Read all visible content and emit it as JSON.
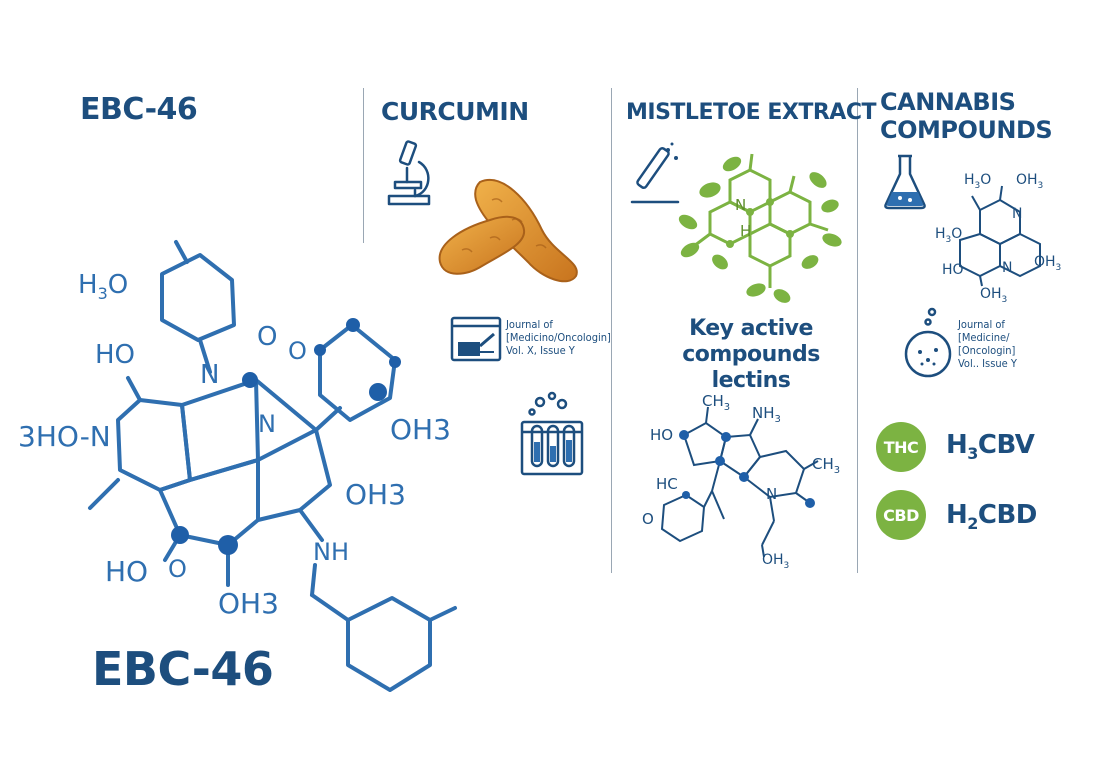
{
  "panels": {
    "ebc46": {
      "title": "EBC-46",
      "bottom_title": "EBC-46",
      "structure_labels": [
        "H3O",
        "HO",
        "O",
        "3HO-N",
        "N",
        "N",
        "O",
        "OH3",
        "OH3",
        "NH",
        "HO",
        "O",
        "OH3"
      ]
    },
    "curcumin": {
      "title": "CURCUMIN",
      "journal": [
        "Journal of",
        "[Medicino/Oncologin]",
        "Vol. X, Issue Y"
      ],
      "icons": [
        "microscope-icon",
        "turmeric-root-icon",
        "journal-icon",
        "test-tubes-icon"
      ]
    },
    "mistletoe": {
      "title": "MISTLETOE EXTRACT",
      "key_text": [
        "Key active",
        "compounds",
        "lectins"
      ],
      "structure_labels": [
        "CH3",
        "NH3",
        "HO",
        "CH3",
        "HC",
        "N",
        "O",
        "OH3"
      ],
      "leaf_labels": [
        "N",
        "H"
      ]
    },
    "cannabis": {
      "title_line1": "CANNABIS",
      "title_line2": "COMPOUNDS",
      "structure_labels": [
        "H3O",
        "OH3",
        "H3O",
        "N",
        "HO",
        "N",
        "OH3",
        "OH3"
      ],
      "journal": [
        "Journal of",
        "[Medicine/",
        "[Oncologin]",
        "Vol.. Issue Y"
      ],
      "badges": [
        {
          "label": "THC",
          "formula_main": "H",
          "formula_sub": "3",
          "formula_rest": "CBV"
        },
        {
          "label": "CBD",
          "formula_main": "H",
          "formula_sub": "2",
          "formula_rest": "CBD"
        }
      ]
    }
  },
  "colors": {
    "navy": "#1d4e7e",
    "blue": "#2f6fb0",
    "green": "#7cb342",
    "orange": "#e39a32"
  }
}
